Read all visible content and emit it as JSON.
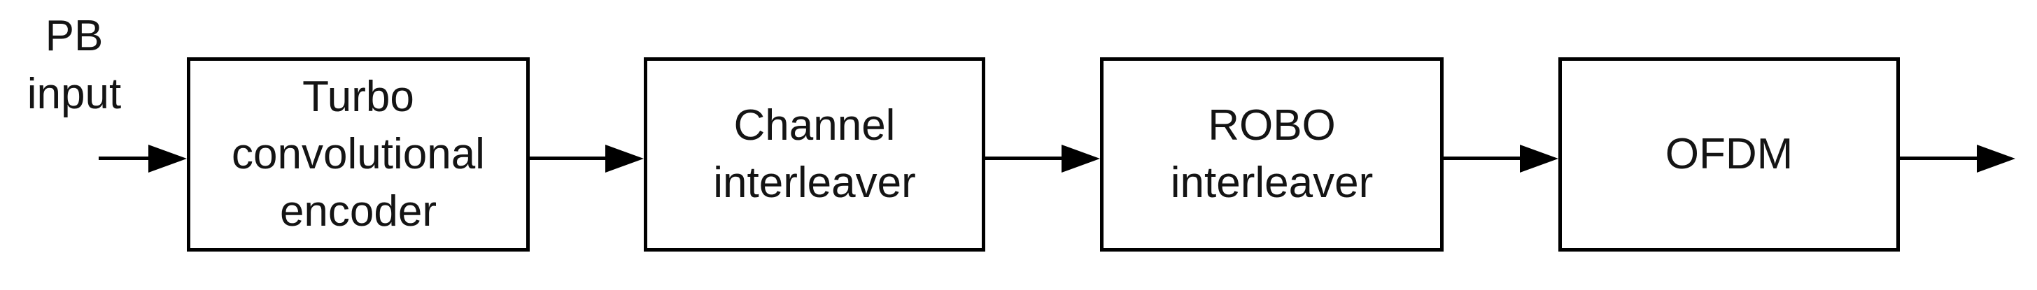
{
  "diagram": {
    "background_color": "#ffffff",
    "line_color": "#000000",
    "text_color": "#141414",
    "input_label": {
      "text": "PB input",
      "lines": [
        "PB",
        "input"
      ]
    },
    "blocks": [
      {
        "name": "turbo-convolutional-encoder",
        "label": "Turbo convolutional encoder",
        "lines": [
          "Turbo",
          "convolutional",
          "encoder"
        ]
      },
      {
        "name": "channel-interleaver",
        "label": "Channel interleaver",
        "lines": [
          "Channel",
          "interleaver"
        ]
      },
      {
        "name": "robo-interleaver",
        "label": "ROBO interleaver",
        "lines": [
          "ROBO",
          "interleaver"
        ]
      },
      {
        "name": "ofdm",
        "label": "OFDM",
        "lines": [
          "OFDM"
        ]
      }
    ],
    "arrows": [
      {
        "name": "input-arrow",
        "from": "PB input",
        "to": "Turbo convolutional encoder"
      },
      {
        "name": "arrow-1",
        "from": "Turbo convolutional encoder",
        "to": "Channel interleaver"
      },
      {
        "name": "arrow-2",
        "from": "Channel interleaver",
        "to": "ROBO interleaver"
      },
      {
        "name": "arrow-3",
        "from": "ROBO interleaver",
        "to": "OFDM"
      },
      {
        "name": "output-arrow",
        "from": "OFDM",
        "to": ""
      }
    ]
  }
}
